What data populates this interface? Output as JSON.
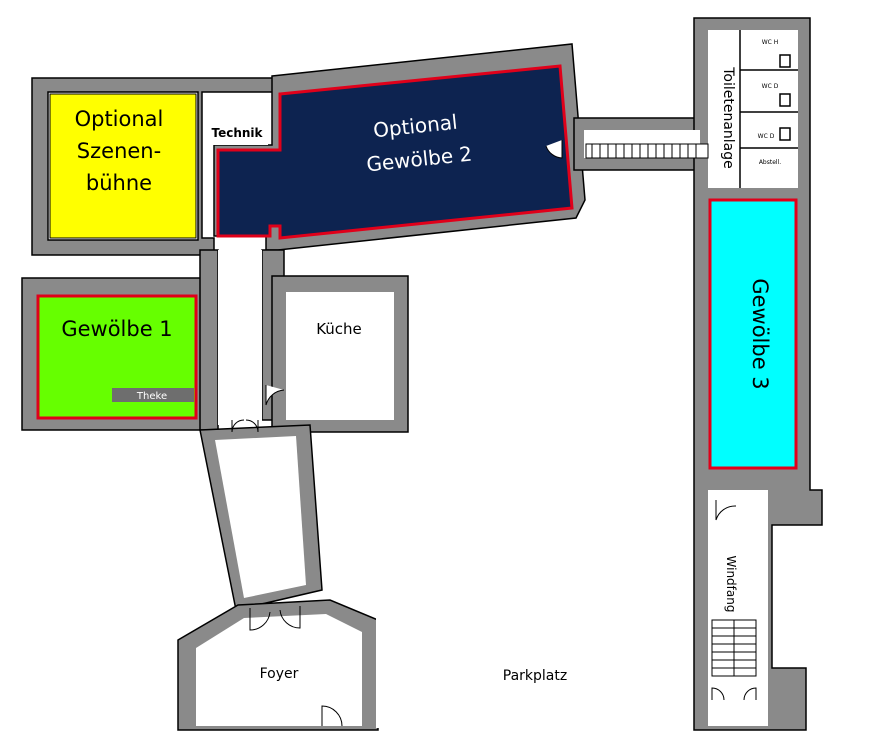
{
  "rooms": {
    "szenenbuehne": {
      "line1": "Optional",
      "line2": "Szenen-",
      "line3": "bühne",
      "color": "#ffff00"
    },
    "technik": {
      "label": "Technik"
    },
    "gewoelbe2": {
      "line1": "Optional",
      "line2": "Gewölbe 2",
      "color": "#0d2350"
    },
    "gewoelbe1": {
      "label": "Gewölbe 1",
      "color": "#66ff00"
    },
    "theke": {
      "label": "Theke"
    },
    "kueche": {
      "label": "Küche"
    },
    "gewoelbe3": {
      "label": "Gewölbe 3",
      "color": "#00ffff"
    },
    "toiletten": {
      "label": "Toiletenanlage"
    },
    "wc_labels": [
      "WC H",
      "WC D",
      "WC D",
      "Abstell."
    ],
    "windfang": {
      "label": "Windfang"
    },
    "foyer": {
      "label": "Foyer"
    },
    "parkplatz": {
      "label": "Parkplatz"
    }
  },
  "colors": {
    "wall": "#8a8a8a",
    "wall_stroke": "#000000",
    "outline_red": "#e0001a",
    "theke_bg": "#6e6e6e"
  }
}
